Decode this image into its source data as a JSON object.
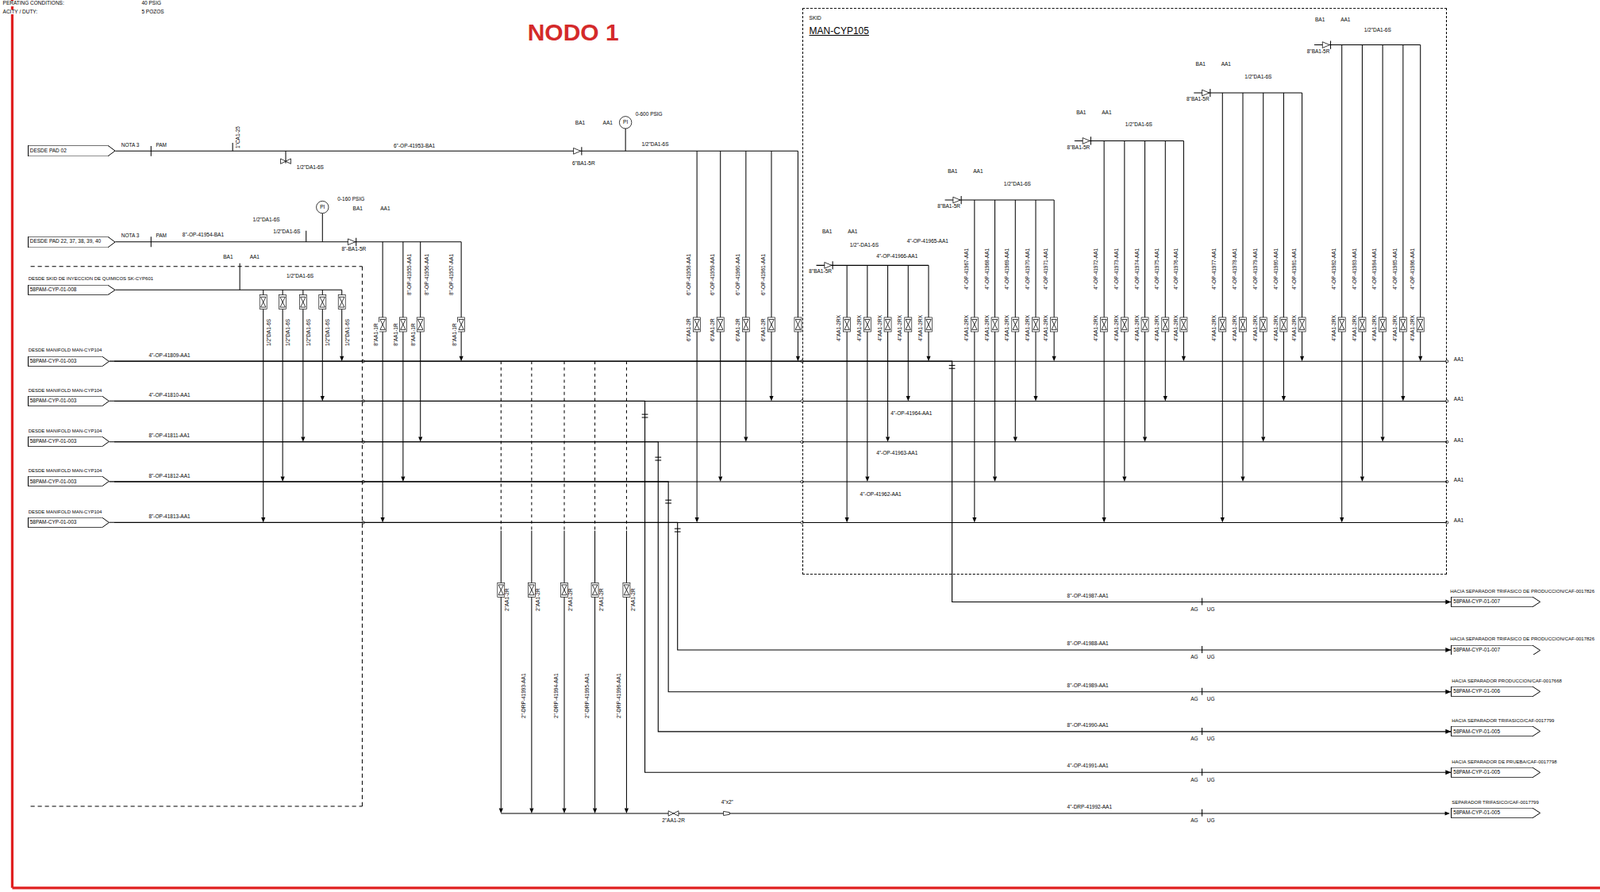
{
  "diagram": {
    "title": "NODO 1",
    "nodes": [
      {
        "text": [
          "DESDE PAD 02"
        ]
      },
      {
        "text": [
          "DESDE PAD 22, 37, 38, 39, 40"
        ]
      },
      {
        "text": [
          "DESDE SKID DE INYECCION DE QUIMICOS SK-CYP601",
          "58PAM-CYP-01-008"
        ]
      },
      {
        "text": [
          "DESDE MANIFOLD MAN-CYP104",
          "58PAM-CYP-01-003"
        ]
      },
      {
        "text": [
          "DESDE MANIFOLD MAN-CYP104",
          "58PAM-CYP-01-003"
        ]
      },
      {
        "text": [
          "DESDE MANIFOLD MAN-CYP104",
          "58PAM-CYP-01-003"
        ]
      },
      {
        "text": [
          "DESDE MANIFOLD MAN-CYP104",
          "58PAM-CYP-01-003"
        ]
      },
      {
        "text": [
          "DESDE MANIFOLD MAN-CYP104",
          "58PAM-CYP-01-003"
        ]
      },
      {
        "text": [
          "SKID",
          "MAN-CYP105"
        ]
      },
      {
        "text": [
          "HACIA SEPARADOR TRIFASICO DE PRODUCCION/CAF-0017826",
          "58PAM-CYP-01-007"
        ]
      },
      {
        "text": [
          "HACIA SEPARADOR TRIFASICO DE PRODUCCION/CAF-0017826",
          "58PAM-CYP-01-007"
        ]
      },
      {
        "text": [
          "HACIA SEPARADOR PRODUCCION/CAF-0017668",
          "58PAM-CYP-01-006"
        ]
      },
      {
        "text": [
          "HACIA SEPARADOR TRIFASICO/CAF-0017799",
          "58PAM-CYP-01-005"
        ]
      },
      {
        "text": [
          "HACIA SEPARADOR DE PRUEBA/CAF-0017798",
          "58PAM-CYP-01-005"
        ]
      },
      {
        "text": [
          "SEPARADOR TRIFASICO/CAF-0017799",
          "58PAM-CYP-01-005"
        ]
      }
    ],
    "edges": [
      {
        "from": 3,
        "to": 9,
        "label": "8\"-OP-41987-AA1",
        "arrow": "to"
      },
      {
        "from": 7,
        "to": 10,
        "label": "8\"-OP-41988-AA1",
        "arrow": "to"
      },
      {
        "from": 6,
        "to": 11,
        "label": "8\"-OP-41989-AA1",
        "arrow": "to"
      },
      {
        "from": 5,
        "to": 12,
        "label": "8\"-OP-41990-AA1",
        "arrow": "to"
      },
      {
        "from": 4,
        "to": 13,
        "label": "4\"-OP-41991-AA1",
        "arrow": "to"
      }
    ],
    "labels": [
      "PERATING CONDITIONS:",
      "40 PSIG",
      "ACITY / DUTY:",
      "5 POZOS",
      "NOTA 3",
      "PAM",
      "1\"CA1-25",
      "1/2\"DA1-6S",
      "6\"-OP-41953-BA1",
      "BA1",
      "AA1",
      "PI",
      "0-600 PSIG",
      "6\"BA1-5R",
      "1/2\"DA1-6S",
      "NOTA 3",
      "PAM",
      "8\"-OP-41954-BA1",
      "1/2\"DA1-6S",
      "1/2\"DA1-6S",
      "PI",
      "0-160 PSIG",
      "BA1",
      "AA1",
      "8\"-BA1-5R",
      "8\"-OP-41955-AA1",
      "8\"-OP-41956-AA1",
      "8\"-OP-41957-AA1",
      "8\"AA1-1R",
      "8\"AA1-1R",
      "8\"AA1-1R",
      "8\"AA1-1R",
      "BA1",
      "AA1",
      "1/2\"DA1-6S",
      "1/2\"DA1-6S",
      "1/2\"DA1-6S",
      "1/2\"DA1-6S",
      "1/2\"DA1-6S",
      "1/2\"DA1-6S",
      "6\"-OP-41958-AA1",
      "6\"-OP-41959-AA1",
      "6\"-OP-41960-AA1",
      "6\"-OP-41961-AA1",
      "6\"AA1-2R",
      "6\"AA1-2R",
      "6\"AA1-2R",
      "6\"AA1-2R",
      "BA1",
      "AA1",
      "1/2\"-DA1-6S",
      "4\"-OP-41965-AA1",
      "8\"BA1-5R",
      "4\"-OP-41966-AA1",
      "4\"AA1-2RX",
      "4\"AA1-2RX",
      "4\"AA1-2RX",
      "4\"AA1-2RX",
      "4\"AA1-2RX",
      "BA1",
      "AA1",
      "1/2\"DA1-6S",
      "8\"BA1-5R",
      "4\"-OP-41967-AA1",
      "4\"-OP-41968-AA1",
      "4\"-OP-41969-AA1",
      "4\"-OP-41970-AA1",
      "4\"-OP-41971-AA1",
      "4\"AA1-2RX",
      "4\"AA1-2RX",
      "4\"AA1-2RX",
      "4\"AA1-2RX",
      "4\"AA1-2RX",
      "BA1",
      "AA1",
      "1/2\"DA1-6S",
      "8\"BA1-5R",
      "4\"-OP-41972-AA1",
      "4\"-OP-41973-AA1",
      "4\"-OP-41974-AA1",
      "4\"-OP-41975-AA1",
      "4\"-OP-41976-AA1",
      "4\"AA1-2RX",
      "4\"AA1-2RX",
      "4\"AA1-2RX",
      "4\"AA1-2RX",
      "4\"AA1-2RX",
      "BA1",
      "AA1",
      "1/2\"DA1-6S",
      "8\"BA1-5R",
      "4\"-OP-41977-AA1",
      "4\"-OP-41978-AA1",
      "4\"-OP-41979-AA1",
      "4\"-OP-41980-AA1",
      "4\"-OP-41981-AA1",
      "4\"AA1-2RX",
      "4\"AA1-2RX",
      "4\"AA1-2RX",
      "4\"AA1-2RX",
      "4\"AA1-2RX",
      "BA1",
      "AA1",
      "1/2\"DA1-6S",
      "8\"BA1-5R",
      "4\"-OP-41982-AA1",
      "4\"-OP-41983-AA1",
      "4\"-OP-41984-AA1",
      "4\"-OP-41985-AA1",
      "4\"-OP-41986-AA1",
      "4\"AA1-2RX",
      "4\"AA1-2RX",
      "4\"AA1-2RX",
      "4\"AA1-2RX",
      "4\"AA1-2RX",
      "4\"-OP-41809-AA1",
      "4\"-OP-41810-AA1",
      "8\"-OP-41811-AA1",
      "8\"-OP-41812-AA1",
      "8\"-OP-41813-AA1",
      "4\"-OP-41964-AA1",
      "4\"-OP-41963-AA1",
      "4\"-OP-41962-AA1",
      "AA1",
      "AA1",
      "AA1",
      "AA1",
      "AA1",
      "2\"AA1-2R",
      "2\"AA1-2R",
      "2\"AA1-2R",
      "2\"AA1-2R",
      "2\"AA1-2R",
      "2\"-DRP-41993-AA1",
      "2\"-DRP-41994-AA1",
      "2\"-DRP-41995-AA1",
      "2\"-DRP-41996-AA1",
      "2\"AA1-2R",
      "4\"x2\"",
      "4\"-DRP-41992-AA1",
      "AG",
      "UG",
      "AG",
      "UG",
      "AG",
      "UG",
      "AG",
      "UG",
      "AG",
      "UG",
      "AG",
      "UG"
    ]
  }
}
